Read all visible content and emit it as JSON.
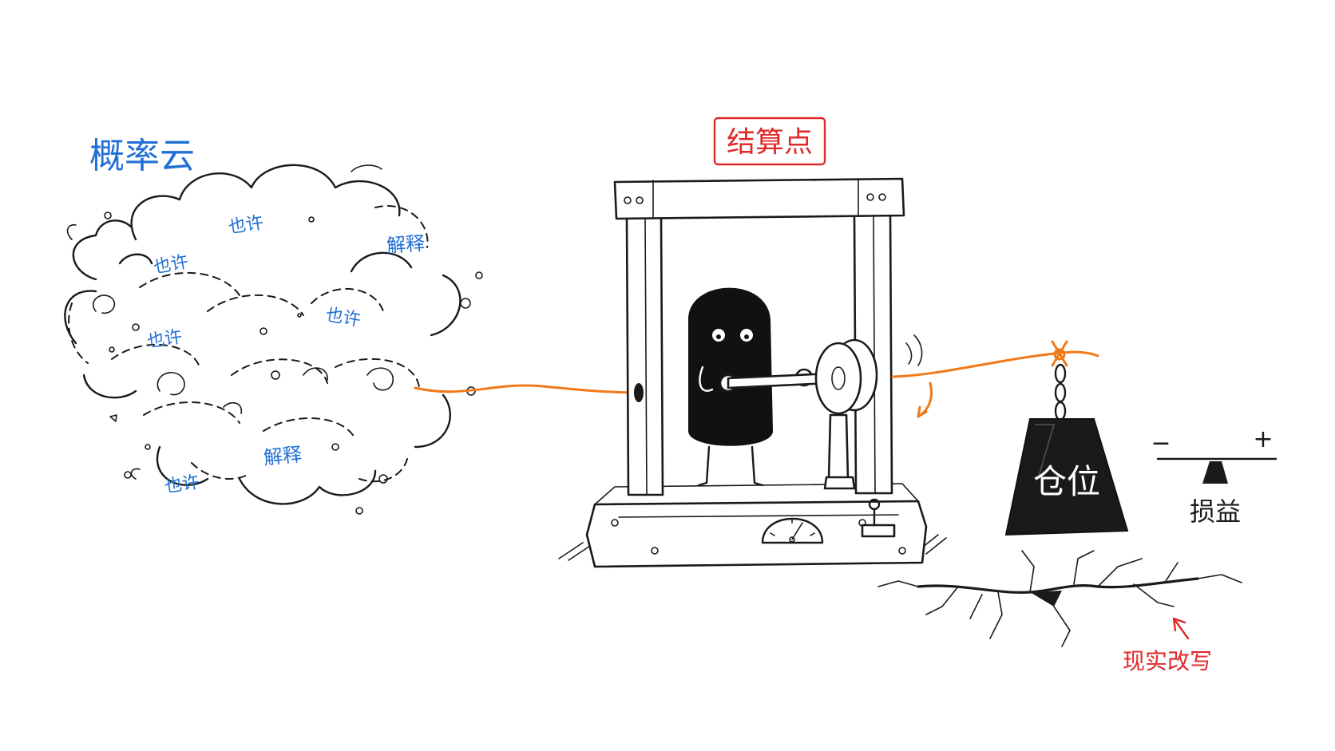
{
  "cloud": {
    "title": "概率云",
    "words": [
      "也许",
      "也许",
      "也许",
      "也许",
      "也许",
      "解释",
      "解释"
    ]
  },
  "machine": {
    "label": "结算点"
  },
  "weight": {
    "label": "仓位"
  },
  "balance": {
    "minus": "−",
    "plus": "+",
    "label": "损益"
  },
  "crack": {
    "label": "现实改写"
  },
  "colors": {
    "blue": "#1f6fd6",
    "red": "#e02a2a",
    "orange": "#f07a1a",
    "ink": "#1a1a1a"
  }
}
